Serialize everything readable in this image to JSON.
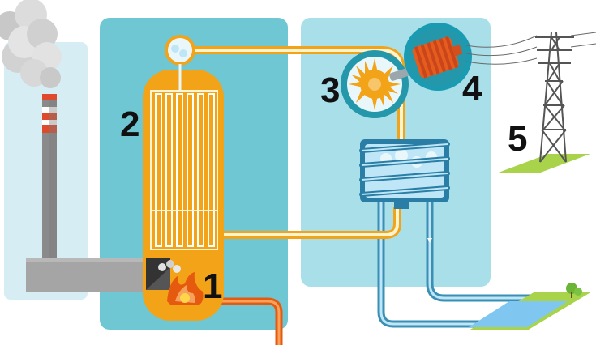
{
  "diagram": {
    "labels": {
      "furnace": "1",
      "boiler": "2",
      "turbine": "3",
      "generator": "4",
      "transmission_tower": "5"
    }
  },
  "colors": {
    "smokestack_panel": "#d6eef3",
    "boiler_panel": "#6ec7d3",
    "turbine_panel": "#a8dfe9",
    "boiler_body": "#f3a317",
    "pipe_orange": "#f3a317",
    "pipe_blue": "#3a8fb5",
    "turbine_ring": "#2597aa",
    "generator_housing": "#1a9bb2",
    "generator_core": "#e65c1e",
    "tower": "#555555",
    "grass": "#a9d34b",
    "water": "#7fc7f0",
    "chimney_base": "#a5a5a5",
    "fuel_line": "#e55a0f",
    "label_text": "#111111"
  }
}
